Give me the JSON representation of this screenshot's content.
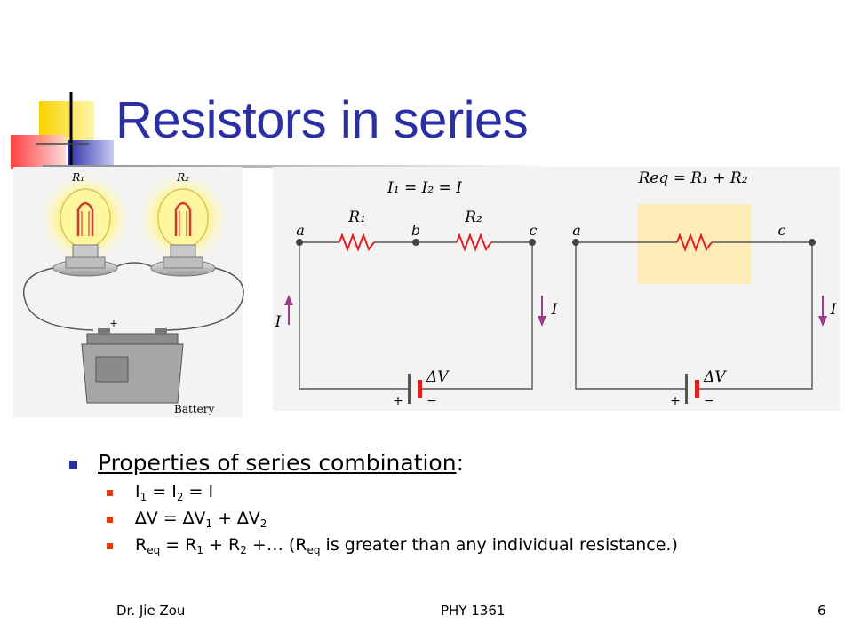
{
  "slide": {
    "title": "Resistors in series",
    "figure_labels": {
      "bulb1": "R₁",
      "bulb2": "R₂",
      "battery": "Battery",
      "plus": "+",
      "minus": "−",
      "current_eq": "I₁ = I₂ = I",
      "node_a": "a",
      "node_b": "b",
      "node_c": "c",
      "r1": "R₁",
      "r2": "R₂",
      "current": "I",
      "delta_v": "ΔV",
      "req_eq": "Req = R₁ + R₂"
    },
    "bullets": {
      "main": "Properties of series combination",
      "main_colon": ":"
    },
    "footer": {
      "author": "Dr. Jie Zou",
      "course": "PHY 1361",
      "page": "6"
    }
  }
}
